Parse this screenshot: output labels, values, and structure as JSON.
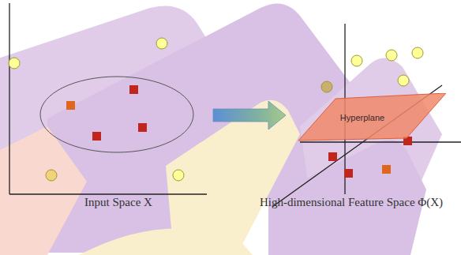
{
  "diagram": {
    "nodes": [
      {
        "text": [
          "Hyperplane"
        ]
      }
    ],
    "labels": [
      "Input Space X",
      "High-dimensional Feature Space Φ(X)"
    ]
  }
}
